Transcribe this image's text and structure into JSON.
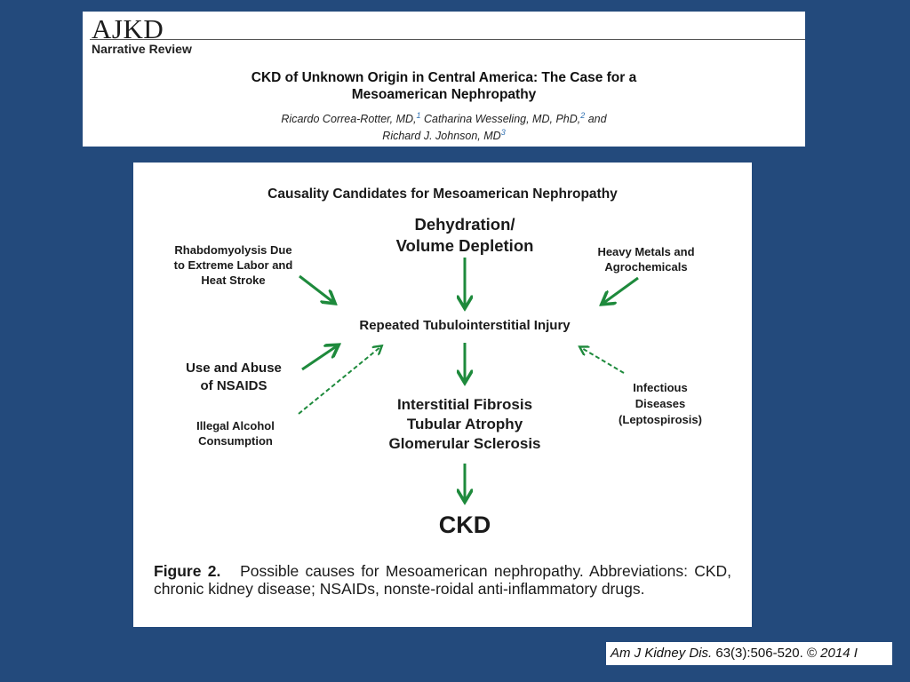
{
  "header": {
    "journal": "AJKD",
    "article_type": "Narrative Review",
    "title_line1": "CKD of Unknown Origin in Central America: The Case for a",
    "title_line2": "Mesoamerican Nephropathy",
    "author1": "Ricardo Correa-Rotter, MD,",
    "author1_sup": "1",
    "author2": " Catharina Wesseling, MD, PhD,",
    "author2_sup": "2",
    "and_text": " and",
    "author3": "Richard J. Johnson, MD",
    "author3_sup": "3"
  },
  "figure": {
    "heading": "Causality Candidates for Mesoamerican Nephropathy",
    "nodes": {
      "dehydration_l1": "Dehydration/",
      "dehydration_l2": "Volume Depletion",
      "rhabdo_l1": "Rhabdomyolysis Due",
      "rhabdo_l2": "to Extreme Labor and",
      "rhabdo_l3": "Heat Stroke",
      "metals_l1": "Heavy Metals and",
      "metals_l2": "Agrochemicals",
      "injury": "Repeated Tubulointerstitial Injury",
      "nsaids_l1": "Use and Abuse",
      "nsaids_l2": "of NSAIDS",
      "alcohol_l1": "Illegal Alcohol",
      "alcohol_l2": "Consumption",
      "infectious_l1": "Infectious",
      "infectious_l2": "Diseases",
      "infectious_l3": "(Leptospirosis)",
      "fibrosis_l1": "Interstitial Fibrosis",
      "fibrosis_l2": "Tubular Atrophy",
      "fibrosis_l3": "Glomerular Sclerosis",
      "ckd": "CKD"
    },
    "caption_label": "Figure 2.",
    "caption_text": "Possible causes for Mesoamerican nephropathy. Abbreviations: CKD, chronic kidney disease; NSAIDs, nonste-roidal anti-inflammatory drugs.",
    "arrow_color": "#1e8a3c"
  },
  "citation": {
    "journal_italic": "Am J Kidney Dis.",
    "details": " 63(3):506-520. © ",
    "year_italic": "2014 I"
  }
}
